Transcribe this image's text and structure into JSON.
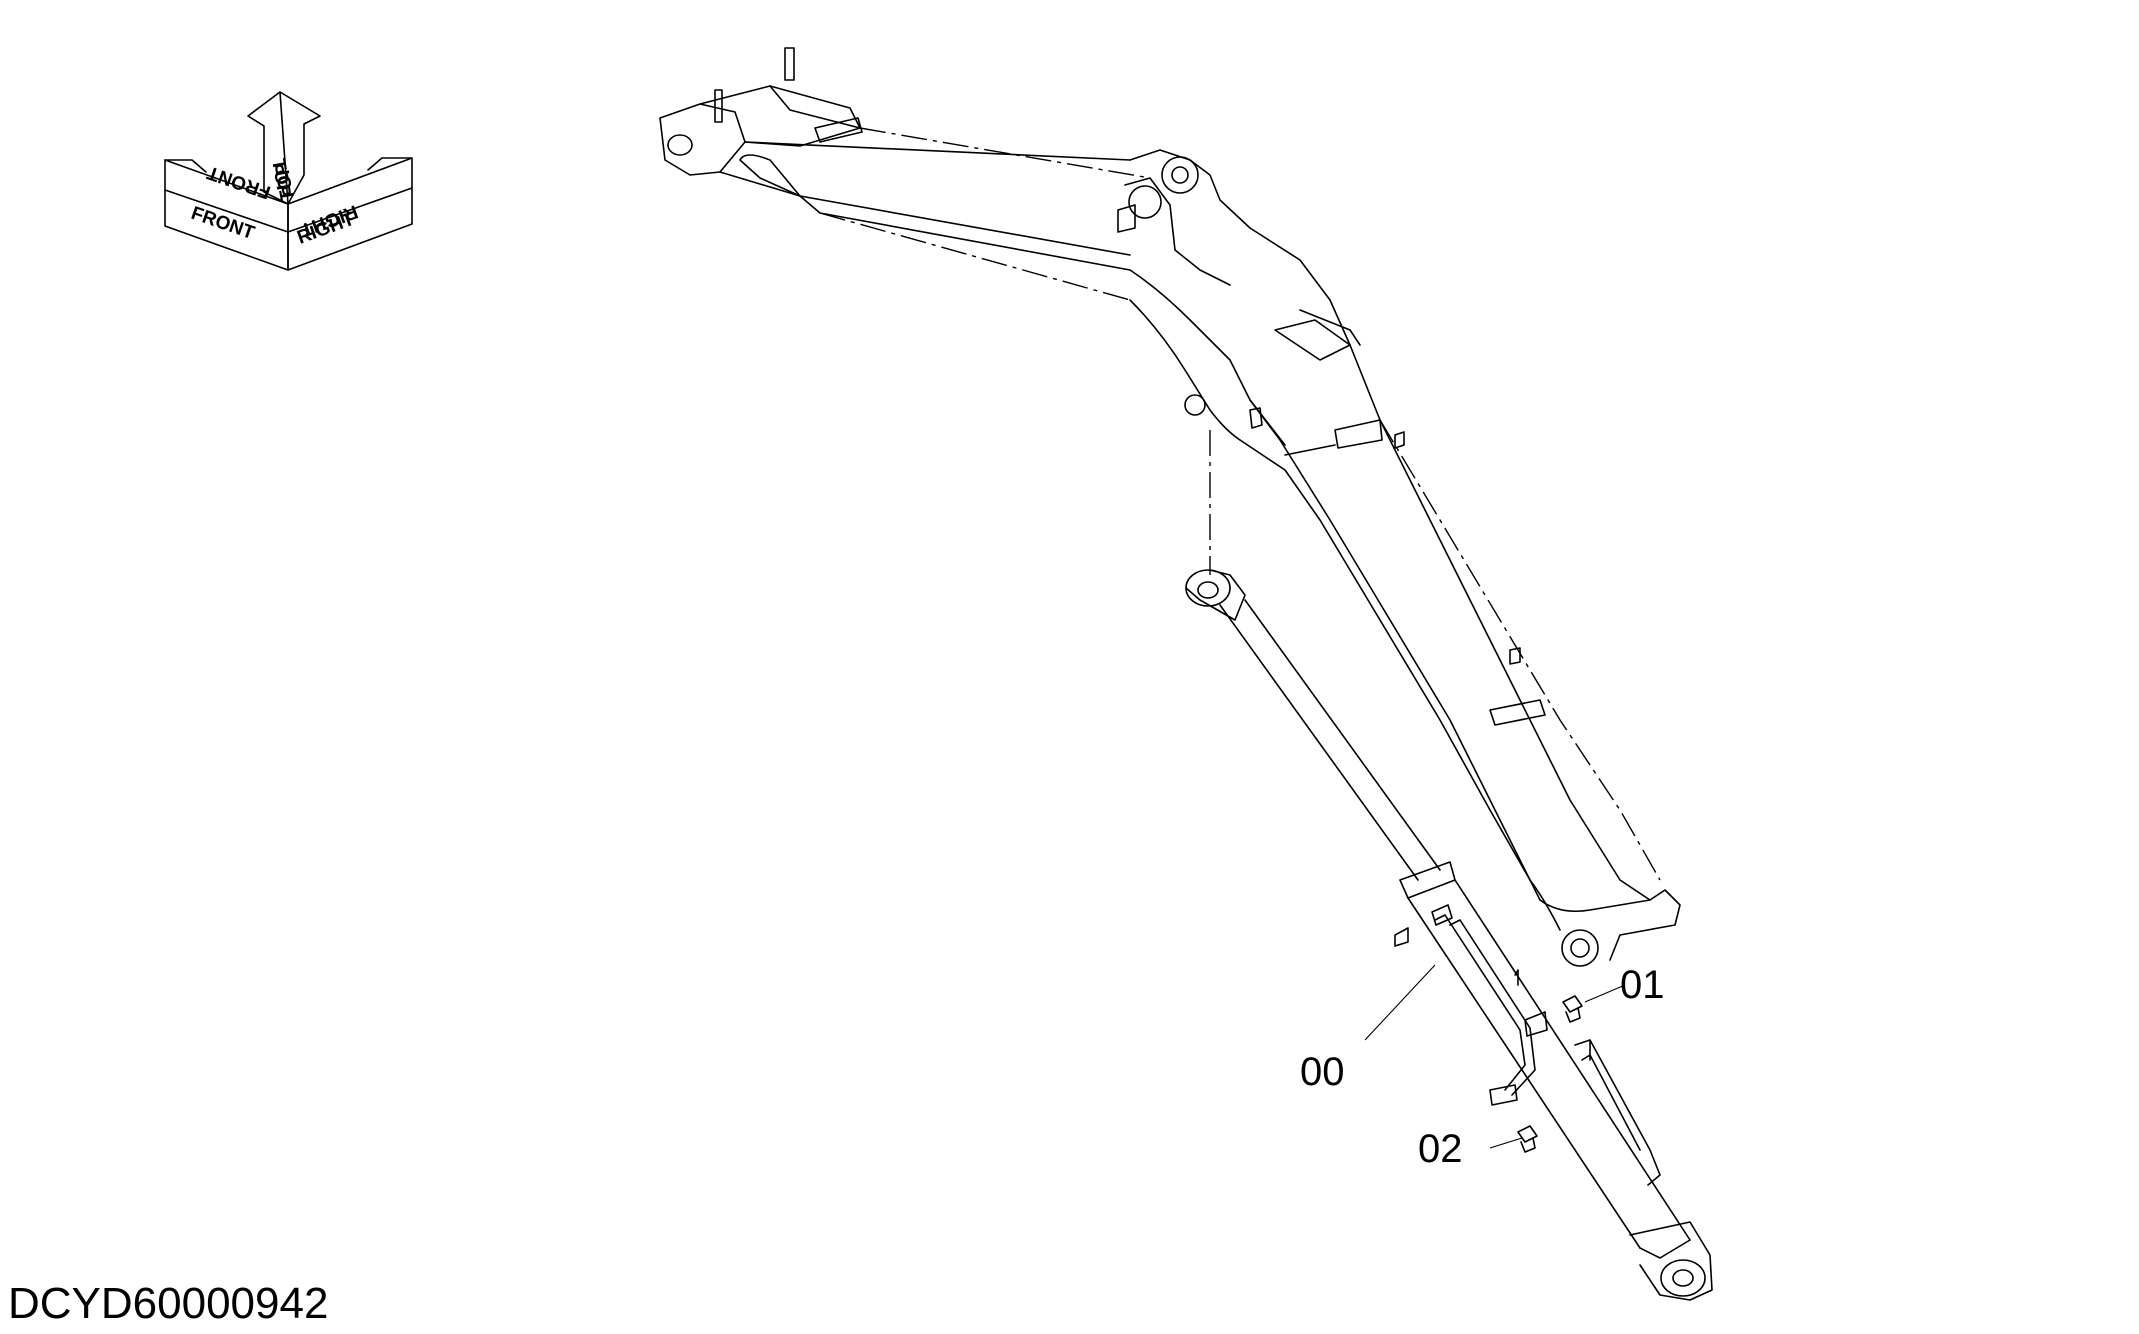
{
  "orientation_labels": {
    "front": "FRONT",
    "front_mirror": "FRONT",
    "top": "TOP",
    "top_mirror": "TOP",
    "right": "RIGHT",
    "right_mirror": "RIGHT"
  },
  "callouts": [
    {
      "id": "00",
      "label": "00"
    },
    {
      "id": "01",
      "label": "01"
    },
    {
      "id": "02",
      "label": "02"
    }
  ],
  "document_id": "DCYD60000942",
  "colors": {
    "line": "#000000",
    "background": "#ffffff"
  }
}
